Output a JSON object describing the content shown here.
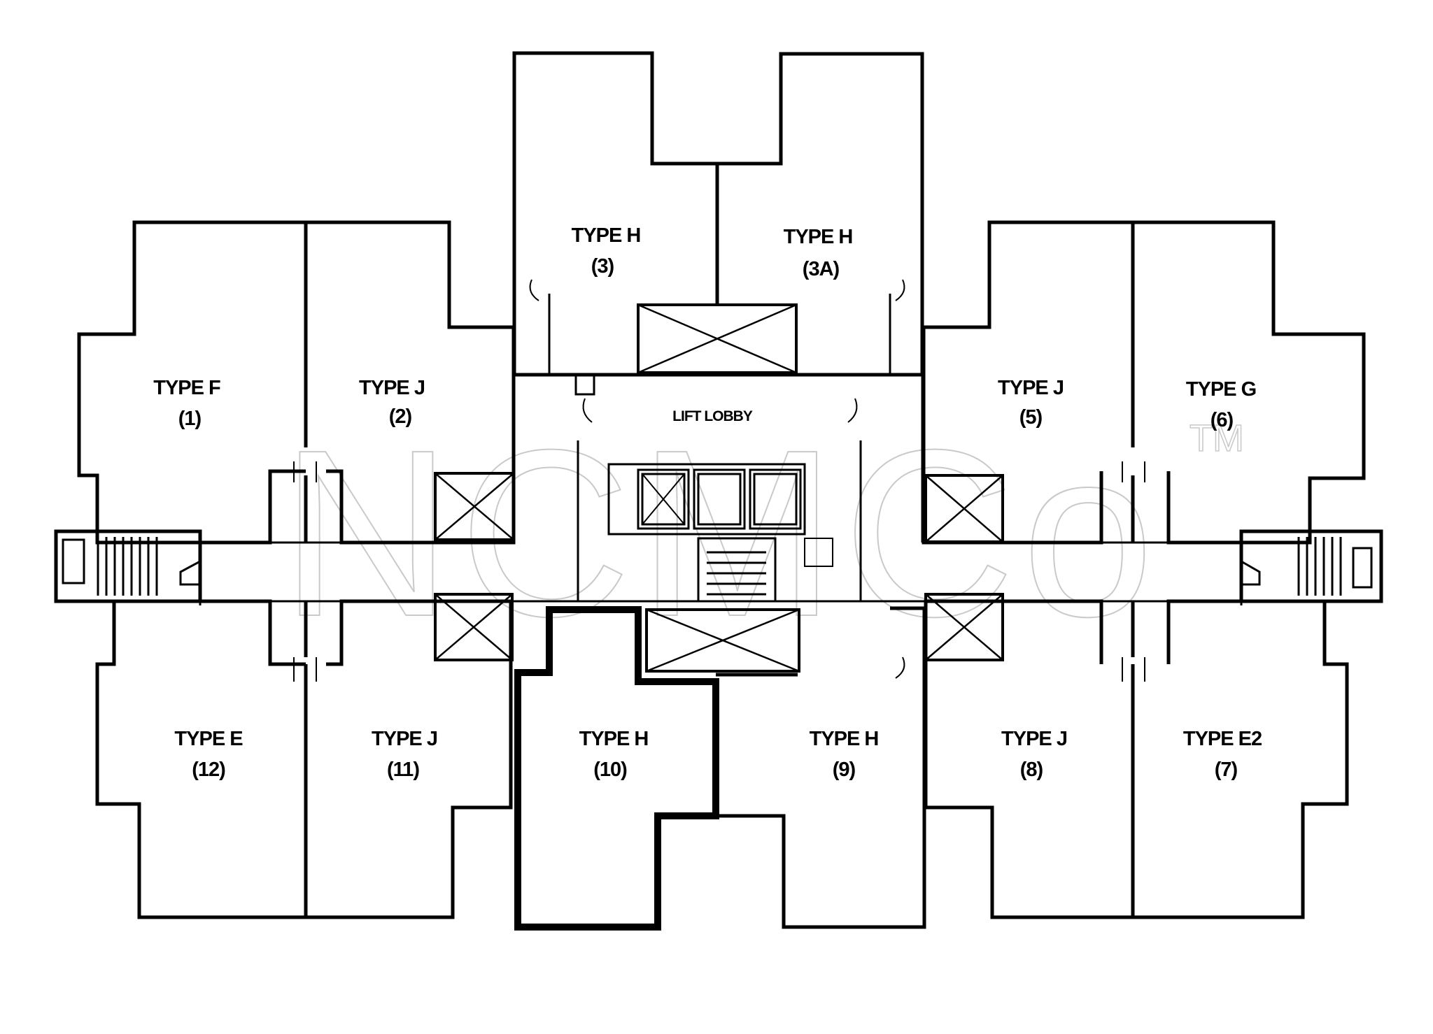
{
  "plan": {
    "units": [
      {
        "id": "unit-1",
        "type": "TYPE F",
        "number": "(1)"
      },
      {
        "id": "unit-2",
        "type": "TYPE J",
        "number": "(2)"
      },
      {
        "id": "unit-3",
        "type": "TYPE H",
        "number": "(3)"
      },
      {
        "id": "unit-3a",
        "type": "TYPE H",
        "number": "(3A)"
      },
      {
        "id": "unit-5",
        "type": "TYPE J",
        "number": "(5)"
      },
      {
        "id": "unit-6",
        "type": "TYPE G",
        "number": "(6)"
      },
      {
        "id": "unit-7",
        "type": "TYPE E2",
        "number": "(7)"
      },
      {
        "id": "unit-8",
        "type": "TYPE J",
        "number": "(8)"
      },
      {
        "id": "unit-9",
        "type": "TYPE H",
        "number": "(9)"
      },
      {
        "id": "unit-10",
        "type": "TYPE H",
        "number": "(10)",
        "highlighted": true
      },
      {
        "id": "unit-11",
        "type": "TYPE J",
        "number": "(11)"
      },
      {
        "id": "unit-12",
        "type": "TYPE E",
        "number": "(12)"
      }
    ],
    "lift_lobby_label": "LIFT LOBBY"
  },
  "watermark": {
    "text": "NCMCo",
    "tm": "TM"
  }
}
